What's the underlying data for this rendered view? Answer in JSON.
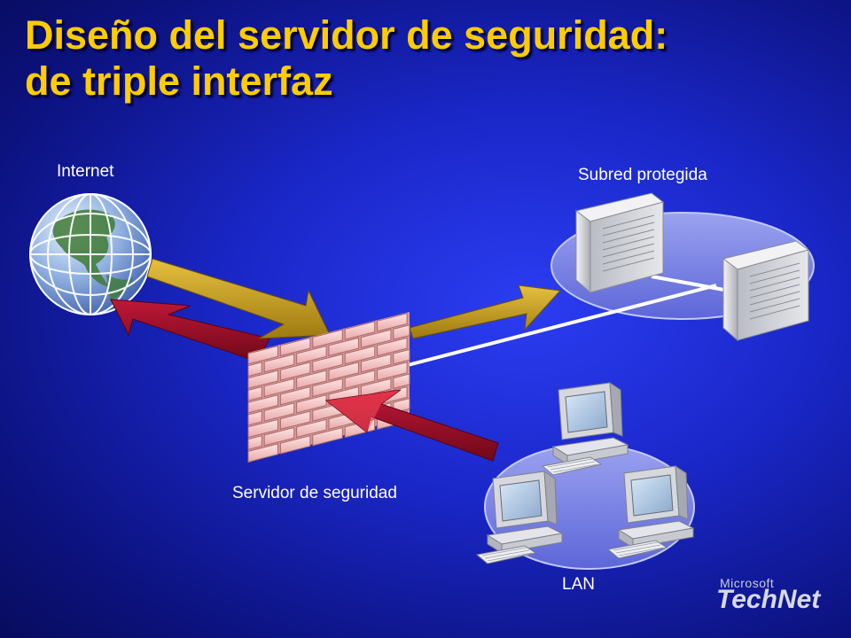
{
  "title": {
    "line1": "Diseño del servidor de seguridad:",
    "line2": "de triple interfaz"
  },
  "labels": {
    "internet": "Internet",
    "protected_subnet": "Subred protegida",
    "firewall": "Servidor de seguridad",
    "lan": "LAN"
  },
  "logo": {
    "company": "Microsoft",
    "product": "TechNet"
  },
  "colors": {
    "title": "#ffcc00",
    "arrow_inbound": "#c8a020",
    "arrow_outbound": "#a0102a",
    "link_line": "#ffffff",
    "network_ellipse": "#7f88e8"
  }
}
